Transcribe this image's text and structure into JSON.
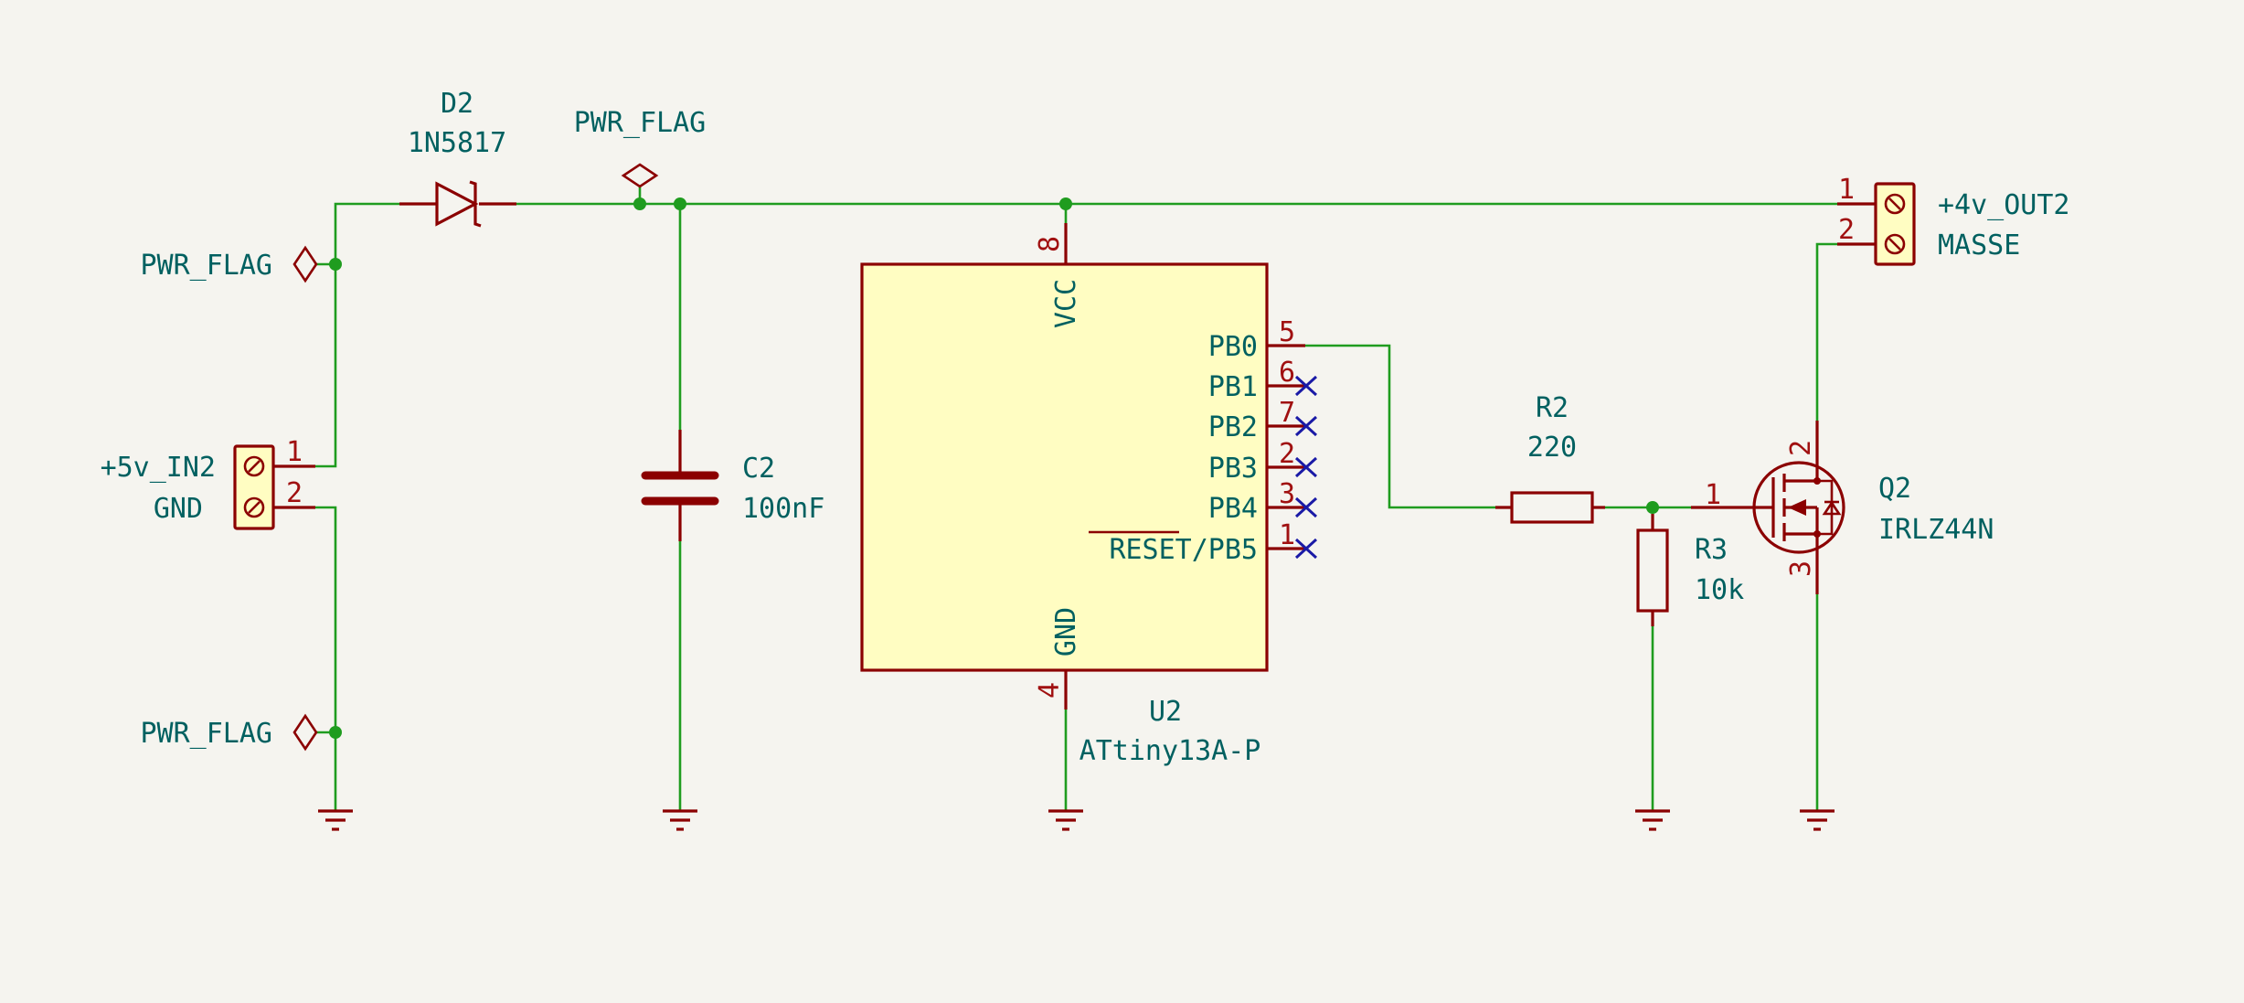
{
  "colors": {
    "background": "#f5f4ef",
    "wire": "#1f9c1f",
    "component": "#8b0000",
    "component_fill": "#fffdc2",
    "text": "#006060",
    "pin_number": "#a01010",
    "no_connect": "#1a1aa6"
  },
  "labels": {
    "pwr_flag_top": "PWR_FLAG",
    "pwr_flag_left_top": "PWR_FLAG",
    "pwr_flag_left_bottom": "PWR_FLAG"
  },
  "components": {
    "d2": {
      "ref": "D2",
      "value": "1N5817"
    },
    "j_in": {
      "ref": "+5v_IN2",
      "value": "GND",
      "pin1": "1",
      "pin2": "2"
    },
    "c2": {
      "ref": "C2",
      "value": "100nF"
    },
    "u2": {
      "ref": "U2",
      "value": "ATtiny13A-P",
      "vcc_name": "VCC",
      "vcc_num": "8",
      "gnd_name": "GND",
      "gnd_num": "4",
      "pins": [
        {
          "name": "PB0",
          "num": "5"
        },
        {
          "name": "PB1",
          "num": "6"
        },
        {
          "name": "PB2",
          "num": "7"
        },
        {
          "name": "PB3",
          "num": "2"
        },
        {
          "name": "PB4",
          "num": "3"
        },
        {
          "name": "/PB5",
          "num": "1"
        }
      ],
      "reset_overbar": "RESET"
    },
    "r2": {
      "ref": "R2",
      "value": "220"
    },
    "r3": {
      "ref": "R3",
      "value": "10k"
    },
    "q2": {
      "ref": "Q2",
      "value": "IRLZ44N",
      "gate_num": "1",
      "drain_num": "2",
      "source_num": "3"
    },
    "j_out": {
      "ref": "+4v_OUT2",
      "value": "MASSE",
      "pin1": "1",
      "pin2": "2"
    }
  }
}
